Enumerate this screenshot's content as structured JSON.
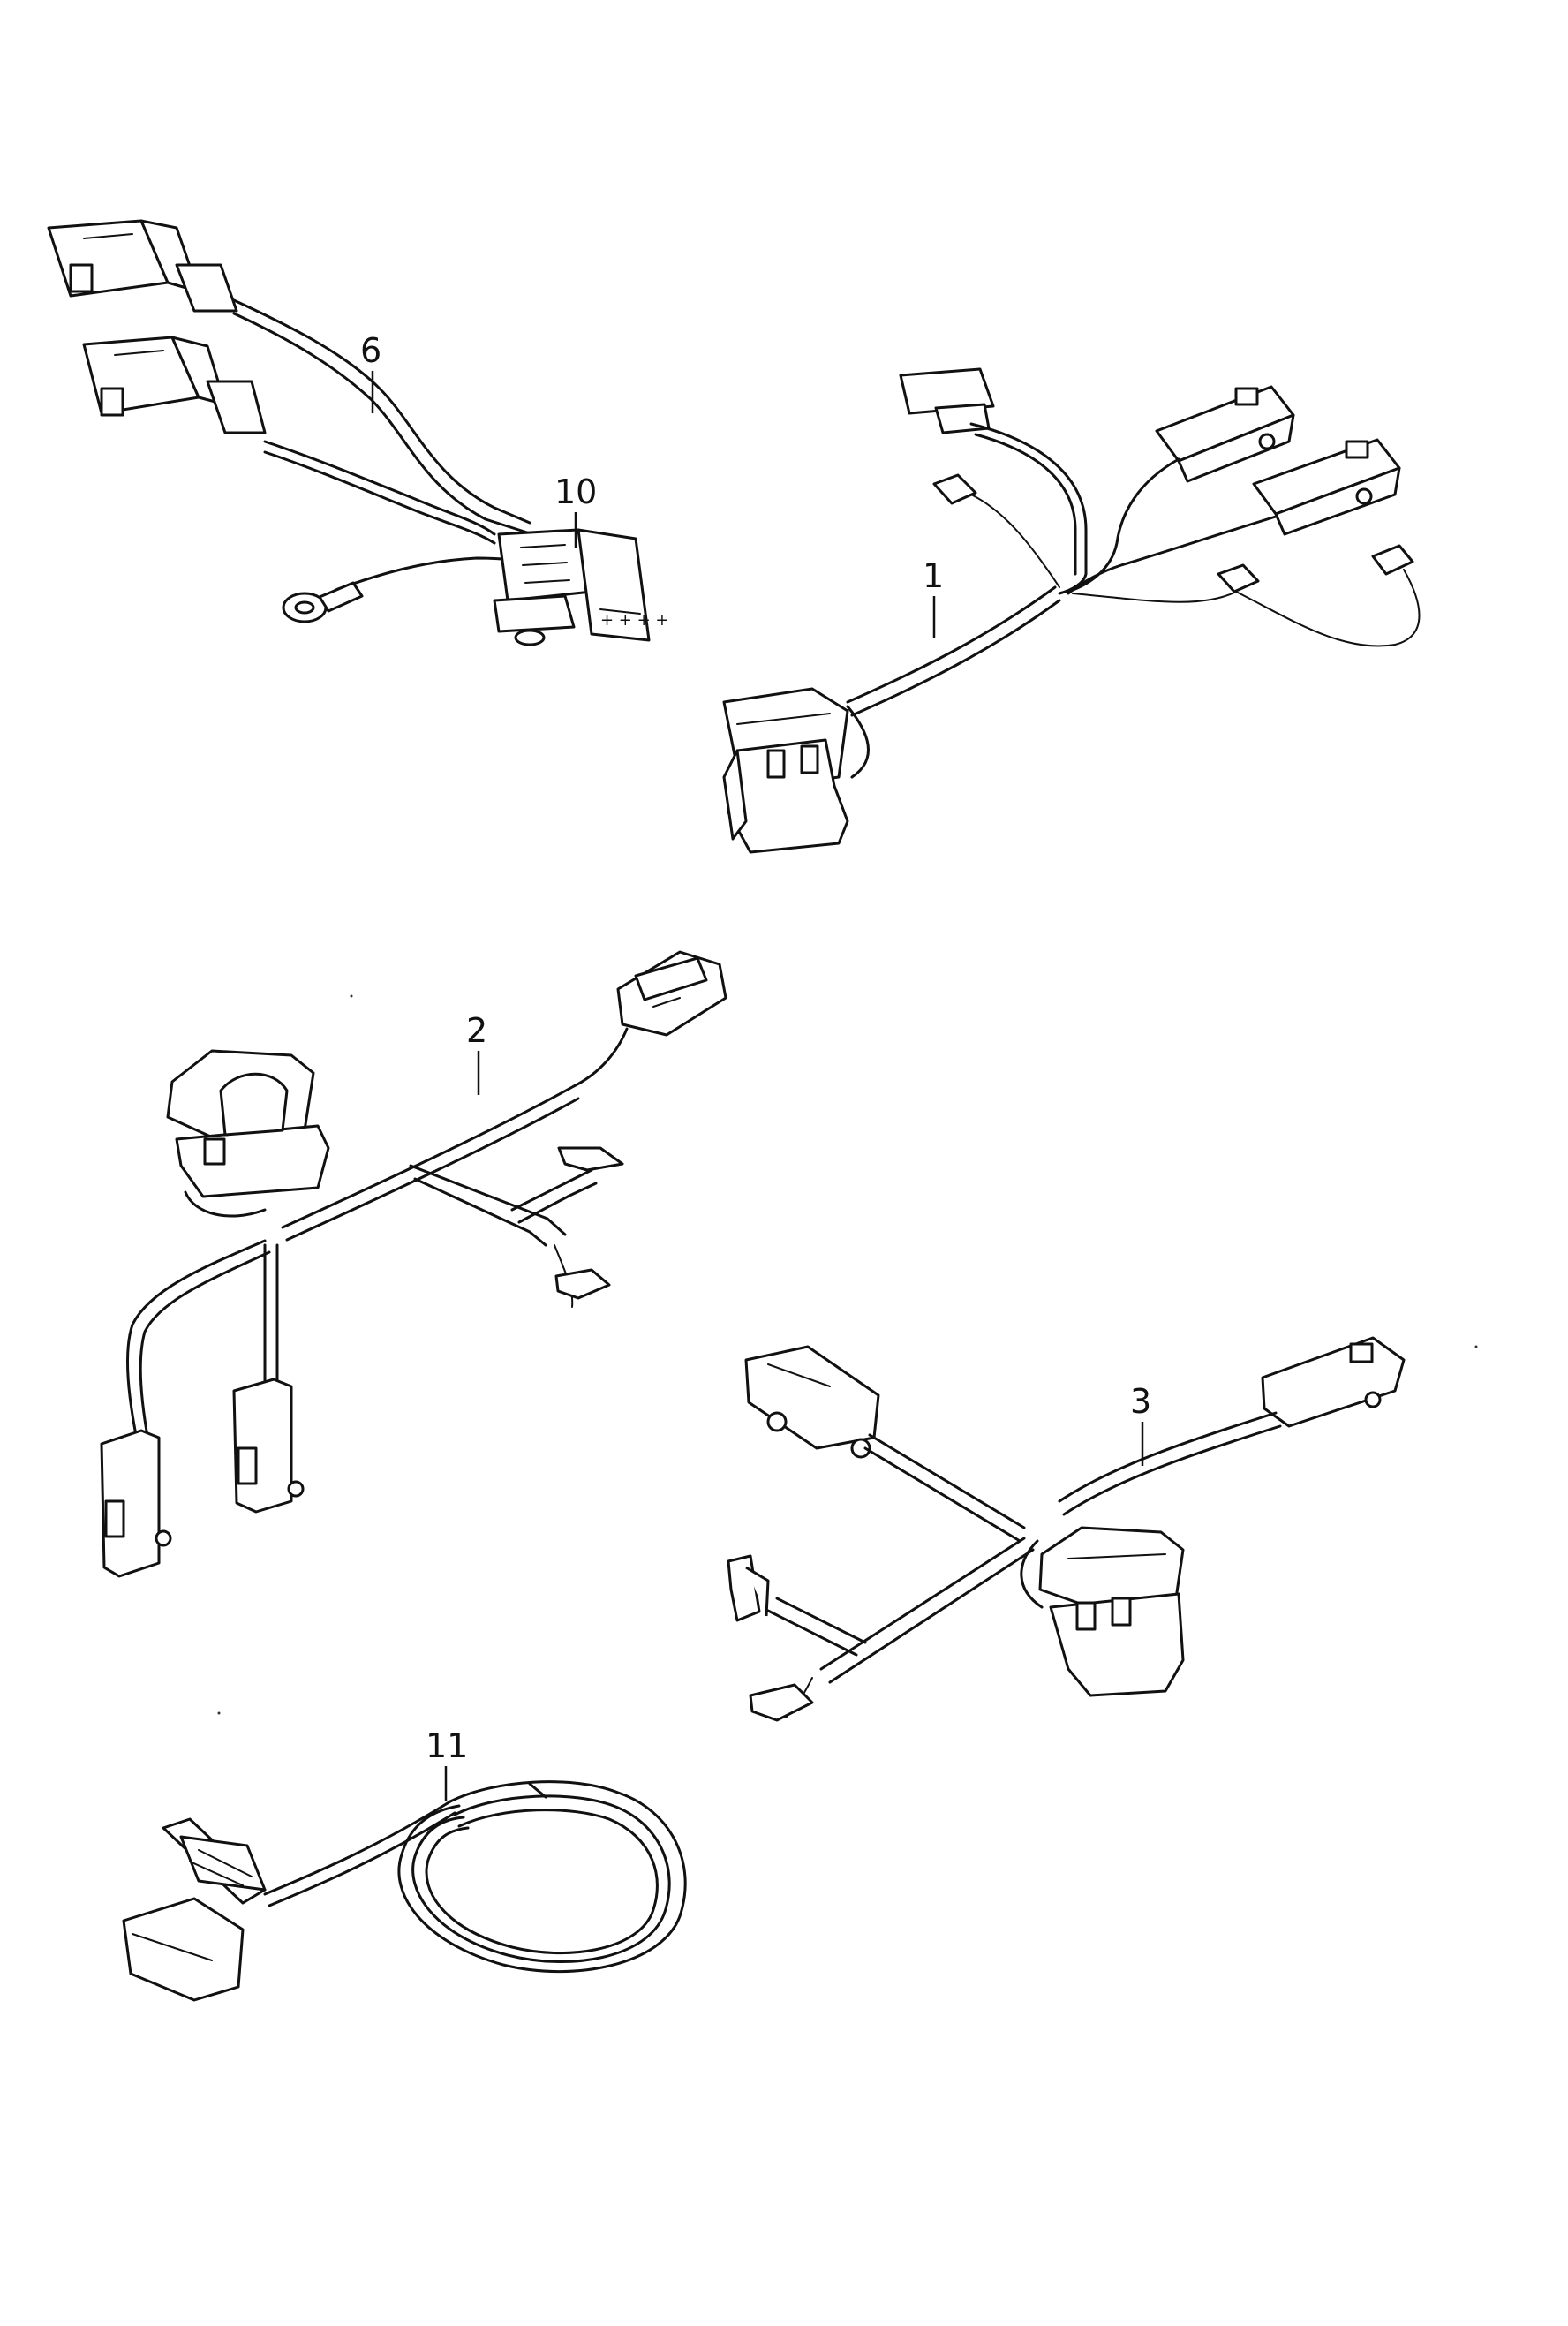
{
  "callouts": {
    "c6": "6",
    "c10": "10",
    "c1": "1",
    "c2": "2",
    "c3": "3",
    "c11": "11"
  }
}
